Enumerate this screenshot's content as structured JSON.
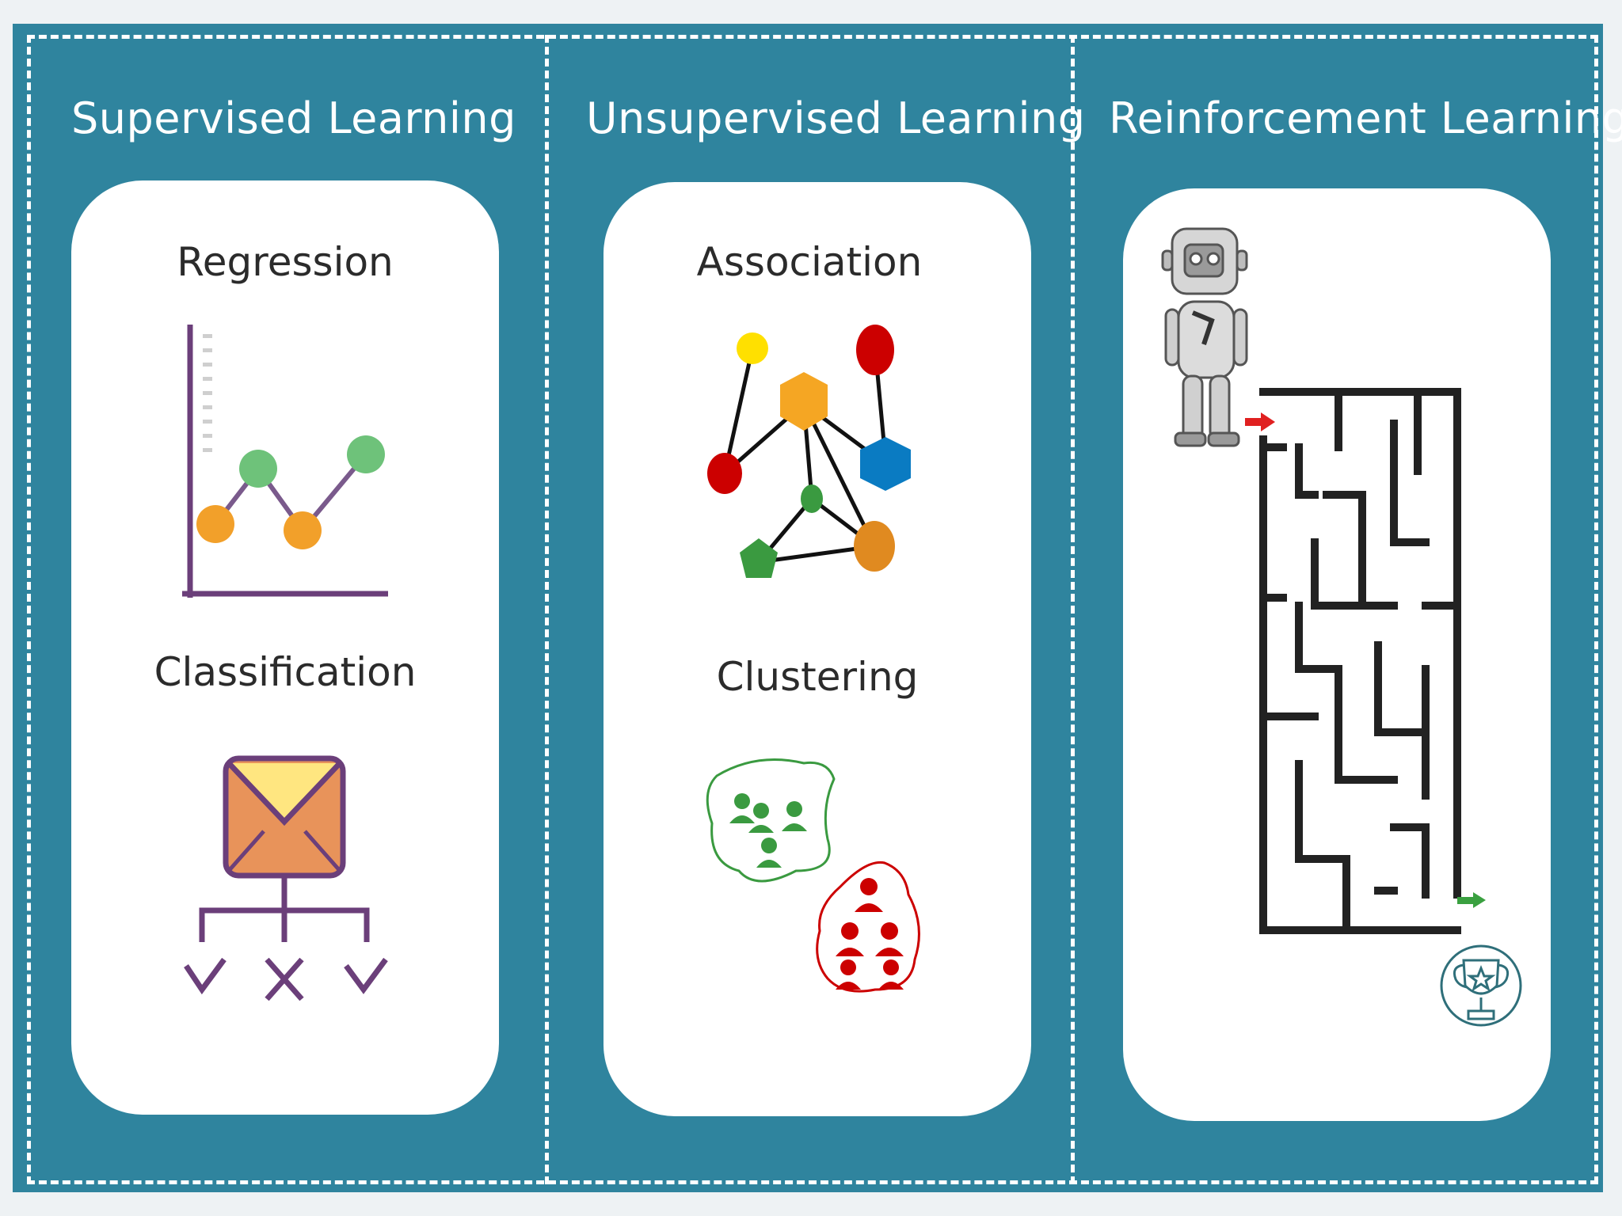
{
  "columns": [
    {
      "title": "Supervised Learning",
      "items": [
        {
          "label": "Regression",
          "icon": "line-chart-icon"
        },
        {
          "label": "Classification",
          "icon": "email-classification-icon"
        }
      ]
    },
    {
      "title": "Unsupervised Learning",
      "items": [
        {
          "label": "Association",
          "icon": "network-graph-icon"
        },
        {
          "label": "Clustering",
          "icon": "people-clusters-icon"
        }
      ]
    },
    {
      "title": "Reinforcement Learning",
      "items": [
        {
          "label": "",
          "icon": "robot-maze-icon"
        }
      ]
    }
  ],
  "colors": {
    "panel_background": "#2f849e",
    "card_background": "#ffffff",
    "title_text": "#ffffff",
    "label_text": "#2b2b2b",
    "accent_orange": "#f2a02a",
    "accent_green": "#6ec27a",
    "accent_purple": "#6b3f7a",
    "accent_red": "#cc0000",
    "accent_blue": "#0a7bc2",
    "accent_yellow": "#ffe000"
  }
}
